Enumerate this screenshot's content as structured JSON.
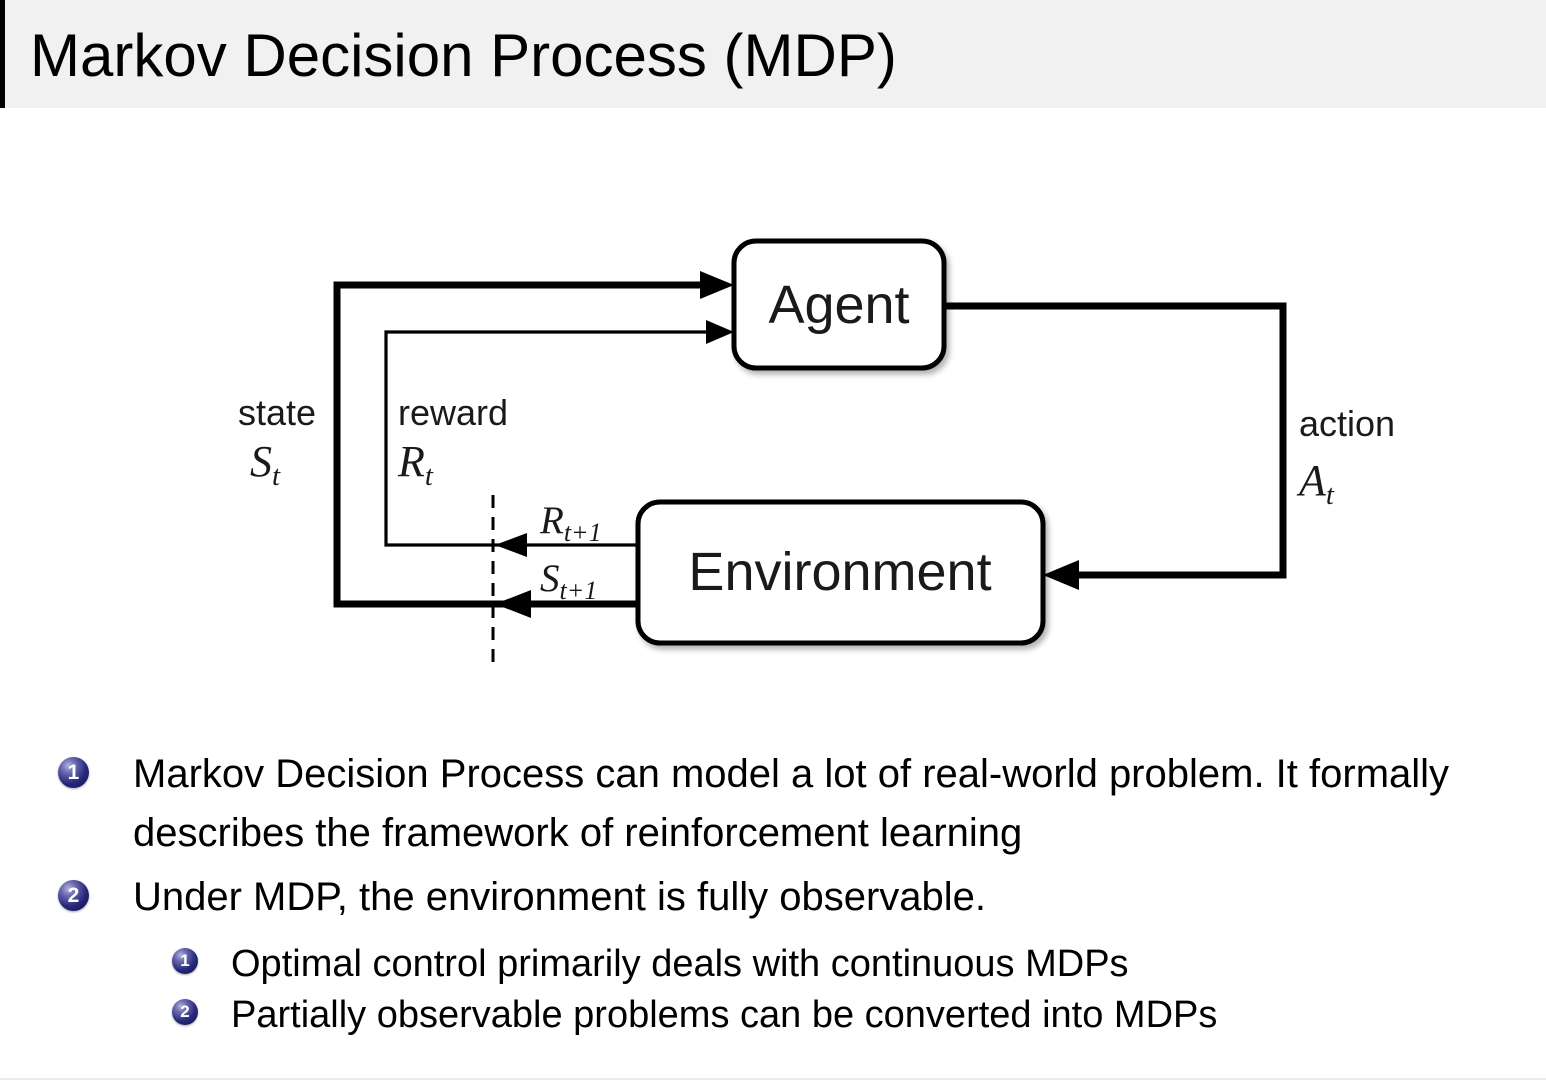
{
  "slide": {
    "title": "Markov Decision Process (MDP)"
  },
  "diagram": {
    "agent_box_label": "Agent",
    "environment_box_label": "Environment",
    "state_label": "state",
    "state_symbol": {
      "base": "S",
      "sub": "t"
    },
    "reward_label": "reward",
    "reward_symbol": {
      "base": "R",
      "sub": "t"
    },
    "next_reward_symbol": {
      "base": "R",
      "sub": "t+1"
    },
    "next_state_symbol": {
      "base": "S",
      "sub": "t+1"
    },
    "action_label": "action",
    "action_symbol": {
      "base": "A",
      "sub": "t"
    }
  },
  "bullets": [
    {
      "num": "1",
      "text": "Markov Decision Process can model a lot of real-world problem. It formally describes the framework of reinforcement learning"
    },
    {
      "num": "2",
      "text": "Under MDP, the environment is fully observable.",
      "sub": [
        {
          "num": "1",
          "text": "Optimal control primarily deals with continuous MDPs"
        },
        {
          "num": "2",
          "text": "Partially observable problems can be converted into MDPs"
        }
      ]
    }
  ],
  "colors": {
    "header_bg": "#f1f1f1",
    "body_bg": "#ffffff",
    "text": "#000000",
    "badge_navy": "#28287c",
    "diagram_stroke": "#000000"
  }
}
